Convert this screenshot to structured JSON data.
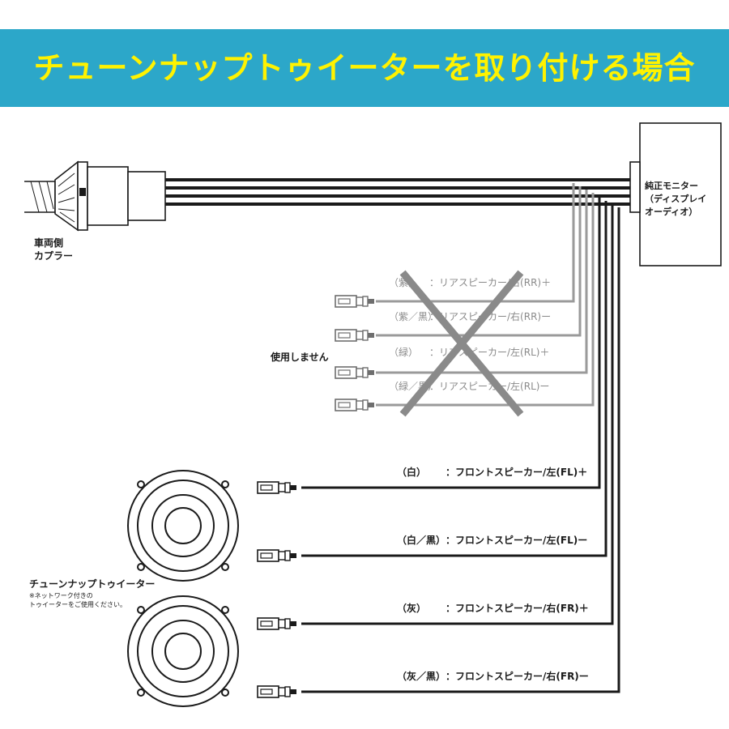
{
  "title": "チューンナップトゥイーターを取り付ける場合",
  "vehicle_coupler_label": "車両側\nカプラー",
  "oem_monitor_label": "純正モニター\n（ディスプレイ\nオーディオ）",
  "unused_label": "使用しません",
  "tweeter_label": "チューンナップトゥイーター",
  "tweeter_note": "※ネットワーク付きの\nトゥイーターをご使用ください。",
  "unused_wires": [
    {
      "color": "（紫）",
      "desc": "：リアスピーカー/右(RR)＋"
    },
    {
      "color": "（紫／黒）",
      "desc": "：リアスピーカー/右(RR)ー"
    },
    {
      "color": "（緑）",
      "desc": "：リアスピーカー/左(RL)＋"
    },
    {
      "color": "（緑／黒）",
      "desc": "：リアスピーカー/左(RL)ー"
    }
  ],
  "front_wires": [
    {
      "color": "（白）",
      "desc": "：フロントスピーカー/左(FL)＋"
    },
    {
      "color": "（白／黒）",
      "desc": "：フロントスピーカー/左(FL)ー"
    },
    {
      "color": "（灰）",
      "desc": "：フロントスピーカー/右(FR)＋"
    },
    {
      "color": "（灰／黒）",
      "desc": "：フロントスピーカー/右(FR)ー"
    }
  ],
  "colors": {
    "banner": "#2ca7c9",
    "title": "#fff200",
    "wire": "#1a1a1a",
    "unused_wire": "#9a9a9a",
    "cross": "#8a8a8a"
  }
}
